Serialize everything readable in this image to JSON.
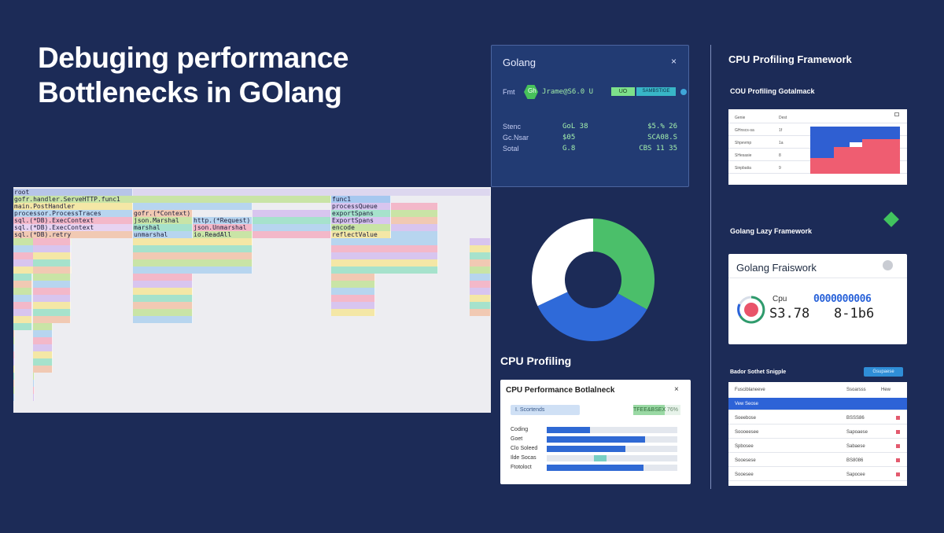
{
  "title": {
    "line1": "Debuging performance",
    "line2": "Bottlenecks in GOlang"
  },
  "flamegraph": {
    "cells": [
      {
        "c": 0,
        "r": 0,
        "w": 1,
        "t": "root",
        "k": "#b7c5e9"
      },
      {
        "c": 0,
        "r": 1,
        "w": 4,
        "t": "gofr.handler.ServeHTTP.func1",
        "k": "#c9e4a6"
      },
      {
        "c": 4,
        "r": 1,
        "w": 1,
        "t": "func1",
        "k": "#a6c8ef"
      },
      {
        "c": 0,
        "r": 2,
        "w": 1,
        "t": "main.PostHandler",
        "k": "#f4e7a6"
      },
      {
        "c": 4,
        "r": 2,
        "w": 1,
        "t": "processQueue",
        "k": "#d8c5ef"
      },
      {
        "c": 0,
        "r": 3,
        "w": 1,
        "t": "processor.ProcessTraces",
        "k": "#b7d5ef"
      },
      {
        "c": 1,
        "r": 3,
        "w": 1,
        "t": "gofr.(*Context).Bind",
        "k": "#f1c9b3"
      },
      {
        "c": 4,
        "r": 3,
        "w": 1,
        "t": "exportSpans",
        "k": "#a6e2cc"
      },
      {
        "c": 0,
        "r": 4,
        "w": 1,
        "t": "sql.(*DB).ExecContext",
        "k": "#f3b8c9"
      },
      {
        "c": 1,
        "r": 4,
        "w": 1,
        "t": "json.Marshal",
        "k": "#c9e4a6"
      },
      {
        "c": 2,
        "r": 4,
        "w": 1,
        "t": "http.(*Request).Bind",
        "k": "#b7d5ef"
      },
      {
        "c": 4,
        "r": 4,
        "w": 1,
        "t": "ExportSpans",
        "k": "#d8c5ef"
      },
      {
        "c": 0,
        "r": 5,
        "w": 1,
        "t": "sql.(*DB).ExecContext",
        "k": "#e7d3f1"
      },
      {
        "c": 1,
        "r": 5,
        "w": 1,
        "t": "marshal",
        "k": "#a6e2cc"
      },
      {
        "c": 2,
        "r": 5,
        "w": 1,
        "t": "json.Unmarshal",
        "k": "#f3b8c9"
      },
      {
        "c": 4,
        "r": 5,
        "w": 1,
        "t": "encode",
        "k": "#c9e4a6"
      },
      {
        "c": 0,
        "r": 6,
        "w": 1,
        "t": "sql.(*DB).retry",
        "k": "#f1c9b3"
      },
      {
        "c": 1,
        "r": 6,
        "w": 1,
        "t": "unmarshal",
        "k": "#b7d5ef"
      },
      {
        "c": 2,
        "r": 6,
        "w": 1,
        "t": "io.ReadAll",
        "k": "#c9e4a6"
      },
      {
        "c": 4,
        "r": 6,
        "w": 1,
        "t": "reflectValue",
        "k": "#f4e7a6"
      }
    ]
  },
  "golang_card": {
    "title": "Golang",
    "close": "×",
    "row_label": "Fmt",
    "hex_label": "Gh",
    "row_value": "Jrame@S6.0 U",
    "pill1": "UO",
    "pill2": "SAMBSTIGE",
    "stats": [
      {
        "name": "Stenc",
        "a": "GoL 38",
        "b": "$5.% 26"
      },
      {
        "name": "Gc.Nsar",
        "a": "$05",
        "b": "SCA08.S"
      },
      {
        "name": "Sotal",
        "a": "G.8",
        "b": "CBS 11 35"
      }
    ],
    "colors": {
      "bg": "#223b73",
      "accent": "#a4f0ad"
    }
  },
  "donut_chart": {
    "segments": [
      {
        "value": 33,
        "color": "#4bbf6a"
      },
      {
        "value": 35,
        "color": "#2f6ad9"
      },
      {
        "value": 32,
        "color": "#ffffff"
      }
    ]
  },
  "cpu_profiling_label": "CPU Profiling",
  "perf_card": {
    "title": "CPU Performance Botlalneck",
    "close": "×",
    "tab1": "I. Scortends",
    "tab2_badge": "TFEE&BSEX",
    "tab2_pct": "76%",
    "bars": [
      {
        "label": "Coding",
        "start": 0,
        "fill": 0.33,
        "kind": "b"
      },
      {
        "label": "Goet",
        "start": 0,
        "fill": 0.75,
        "kind": "b"
      },
      {
        "label": "Clo Soleed",
        "start": 0,
        "fill": 0.6,
        "kind": "b"
      },
      {
        "label": "Ilde Socas",
        "start": 0.36,
        "fill": 0.1,
        "kind": "t"
      },
      {
        "label": "Ftotoloct",
        "start": 0,
        "fill": 0.74,
        "kind": "b"
      }
    ]
  },
  "framework": {
    "title": "CPU Profiling Framework",
    "subtitle": "COU Profiling Gotalmack",
    "table_rows": [
      {
        "a": "Genie",
        "b": "Dest"
      },
      {
        "a": "GHnscs-sa",
        "b": "1f"
      },
      {
        "a": "Shpevmp",
        "b": "1a"
      },
      {
        "a": "SHesasie",
        "b": "8"
      },
      {
        "a": "Sinpbatia",
        "b": "9"
      }
    ]
  },
  "lazy_label": "Golang Lazy Framework",
  "gf_card": {
    "title": "Golang Fraiswork",
    "cpu": "Cpu",
    "count": "0000000006",
    "v1": "S3.78",
    "v2": "8-1b6"
  },
  "bottom_table": {
    "label": "Bador Sothet Snigple",
    "badge": "Gsupaese",
    "rows": [
      {
        "a": "Fusciblaneeve",
        "b": "Ssoarsss",
        "c": "Hew",
        "sel": false
      },
      {
        "a": "Vew Seose",
        "b": "",
        "c": "",
        "sel": true
      },
      {
        "a": "Soeebose",
        "b": "BSSS86",
        "c": "",
        "sel": false
      },
      {
        "a": "Soooeesee",
        "b": "Sapoaese",
        "c": "",
        "sel": false
      },
      {
        "a": "Spbosee",
        "b": "Sabaese",
        "c": "",
        "sel": false
      },
      {
        "a": "Sooesese",
        "b": "BS8086",
        "c": "",
        "sel": false
      },
      {
        "a": "Sooesee",
        "b": "Sapocee",
        "c": "",
        "sel": false
      }
    ]
  }
}
